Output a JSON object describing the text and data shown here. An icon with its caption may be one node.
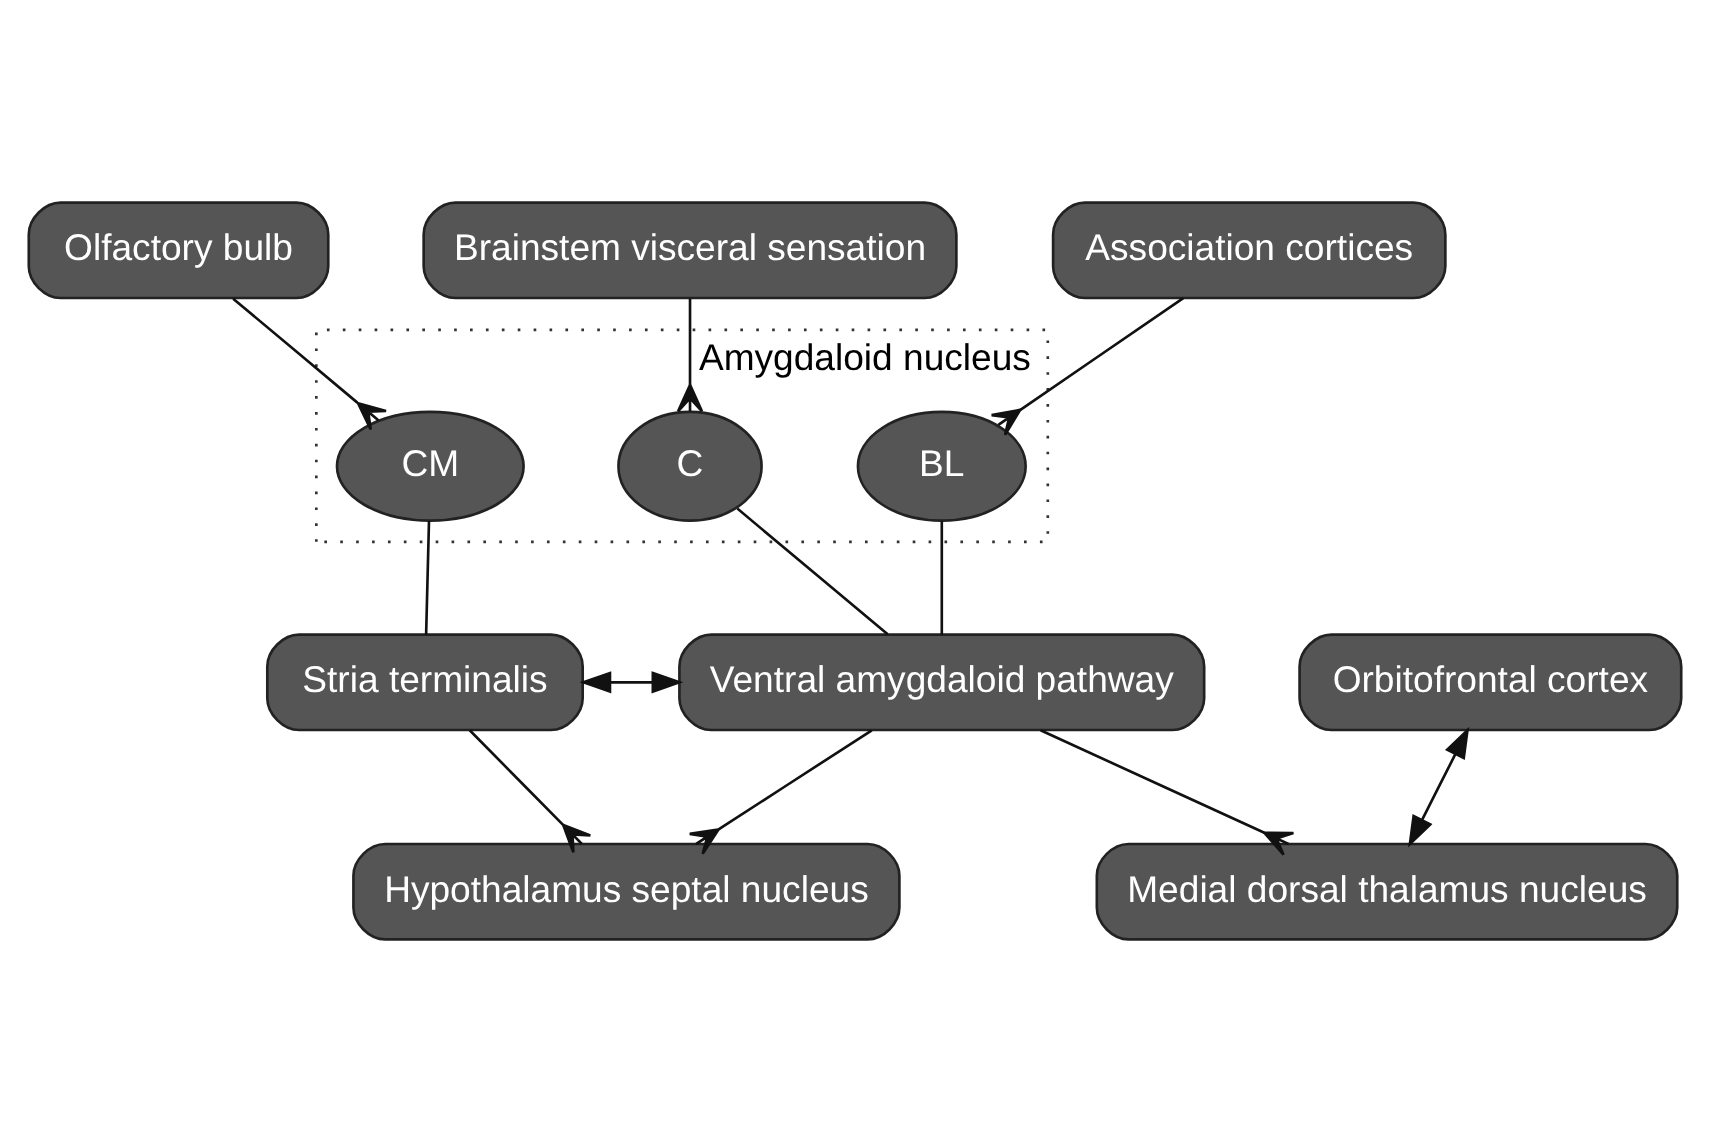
{
  "diagram": {
    "nodes": [
      {
        "text": [
          "Olfactory bulb"
        ]
      },
      {
        "text": [
          "Brainstem visceral sensation"
        ]
      },
      {
        "text": [
          "Association cortices"
        ]
      },
      {
        "text": [
          "Amygdaloid nucleus"
        ]
      },
      {
        "text": [
          "CM"
        ],
        "in": 3
      },
      {
        "text": [
          "C"
        ],
        "in": 3
      },
      {
        "text": [
          "BL"
        ],
        "in": 3
      },
      {
        "text": [
          "Stria terminalis"
        ]
      },
      {
        "text": [
          "Ventral amygdaloid pathway"
        ]
      },
      {
        "text": [
          "Orbitofrontal cortex"
        ]
      },
      {
        "text": [
          "Hypothalamus septal nucleus"
        ]
      },
      {
        "text": [
          "Medial dorsal thalamus nucleus"
        ]
      }
    ],
    "edges": [
      {
        "from": 0,
        "to": 4,
        "arrow": "other"
      },
      {
        "from": 1,
        "to": 5,
        "arrow": "other"
      },
      {
        "from": 2,
        "to": 6,
        "arrow": "other"
      },
      {
        "from": 4,
        "to": 7,
        "arrow": "none"
      },
      {
        "from": 5,
        "to": 8,
        "arrow": "none"
      },
      {
        "from": 6,
        "to": 8,
        "arrow": "none"
      },
      {
        "from": 7,
        "to": 8,
        "arrow": "both"
      },
      {
        "from": 7,
        "to": 10,
        "arrow": "other"
      },
      {
        "from": 8,
        "to": 10,
        "arrow": "other"
      },
      {
        "from": 8,
        "to": 11,
        "arrow": "other"
      },
      {
        "from": 9,
        "to": 11,
        "arrow": "both"
      }
    ]
  }
}
